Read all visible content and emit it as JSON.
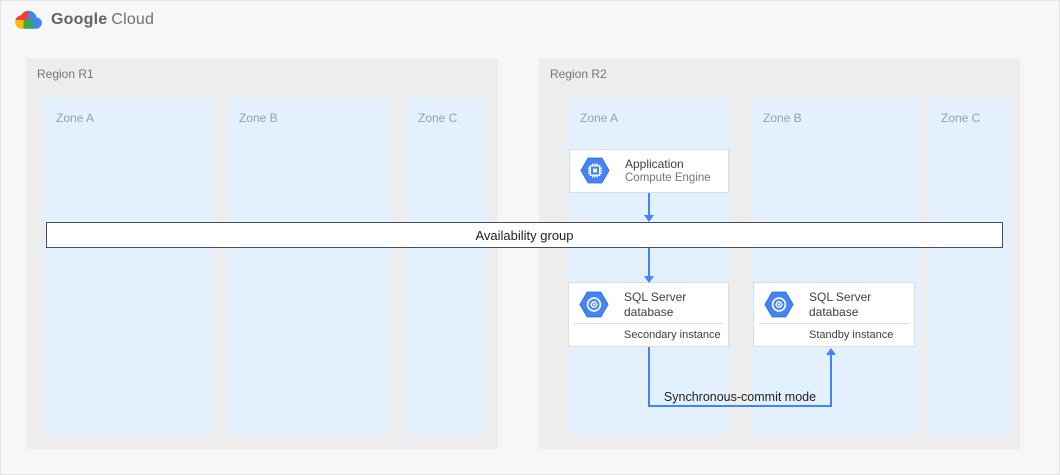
{
  "header": {
    "brand_google": "Google",
    "brand_cloud": "Cloud",
    "logo_icon": "google-cloud-icon"
  },
  "regions": [
    {
      "label": "Region R1",
      "zones": [
        {
          "label": "Zone A"
        },
        {
          "label": "Zone B"
        },
        {
          "label": "Zone C"
        }
      ]
    },
    {
      "label": "Region R2",
      "zones": [
        {
          "label": "Zone A"
        },
        {
          "label": "Zone B"
        },
        {
          "label": "Zone C"
        }
      ]
    }
  ],
  "availability_group": {
    "label": "Availability group"
  },
  "nodes": {
    "application": {
      "title": "Application",
      "subtitle": "Compute Engine",
      "icon": "compute-engine-icon"
    },
    "sql_secondary": {
      "title": "SQL Server database",
      "instance": "Secondary instance",
      "icon": "sql-server-icon"
    },
    "sql_standby": {
      "title": "SQL Server database",
      "instance": "Standby instance",
      "icon": "sql-server-icon"
    }
  },
  "connections": {
    "sync_label": "Synchronous-commit mode"
  },
  "colors": {
    "arrow_blue": "#4285f4",
    "zone_fill": "#e3f0fd",
    "region_fill": "#ededed",
    "node_border": "#dadce0",
    "bar_border": "#4a4d51",
    "google_red": "#ea4335",
    "google_yellow": "#fbbc05",
    "google_green": "#34a853",
    "google_blue": "#4285f4"
  }
}
